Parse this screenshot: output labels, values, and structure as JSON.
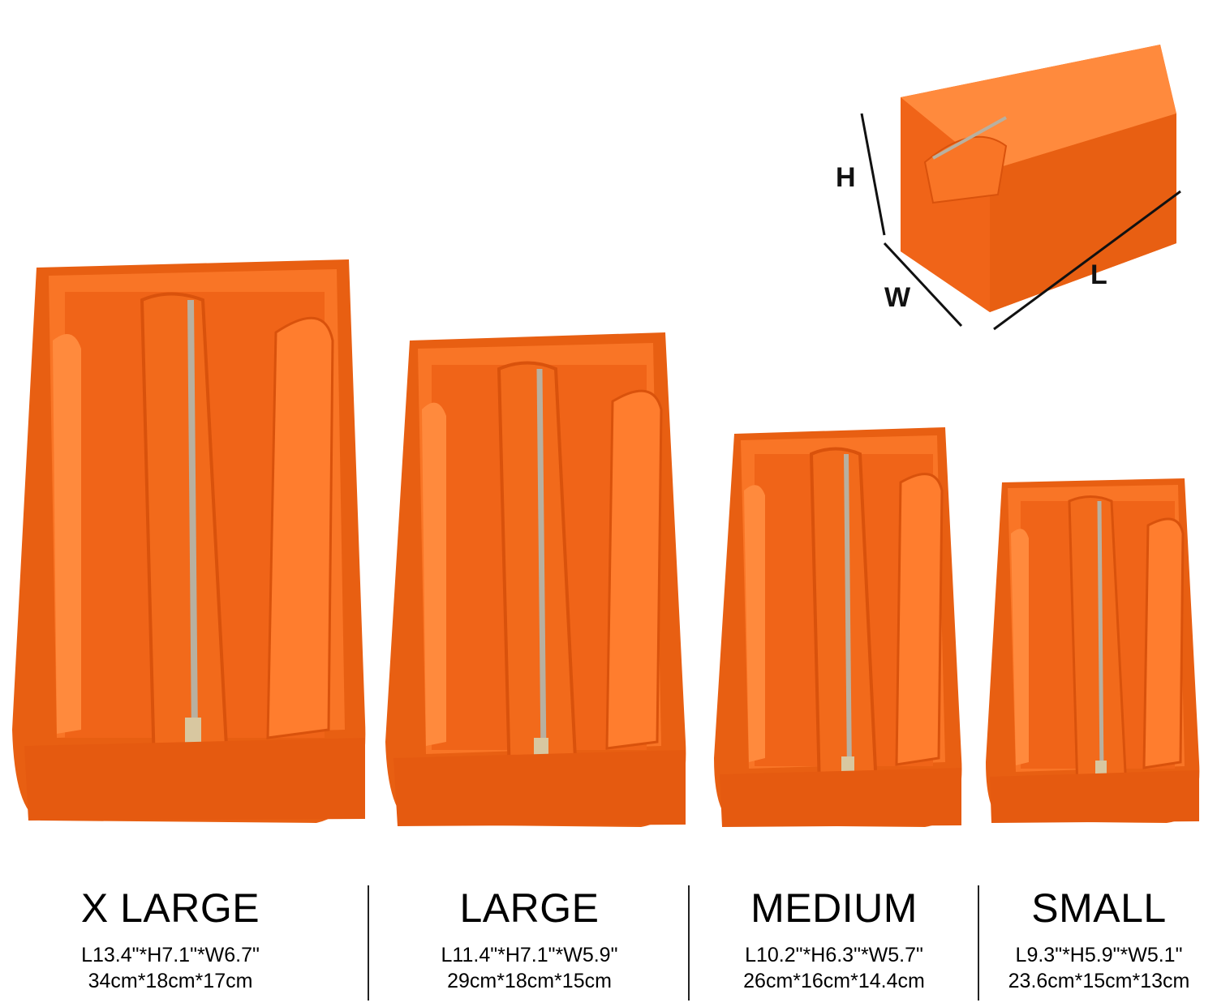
{
  "sizes": [
    {
      "name": "X LARGE",
      "inches": "L13.4\"*H7.1\"*W6.7\"",
      "cm": "34cm*18cm*17cm"
    },
    {
      "name": "LARGE",
      "inches": "L11.4\"*H7.1\"*W5.9\"",
      "cm": "29cm*18cm*15cm"
    },
    {
      "name": "MEDIUM",
      "inches": "L10.2\"*H6.3\"*W5.7\"",
      "cm": "26cm*16cm*14.4cm"
    },
    {
      "name": "SMALL",
      "inches": "L9.3\"*H5.9\"*W5.1\"",
      "cm": "23.6cm*15cm*13cm"
    }
  ],
  "dimension_labels": {
    "height": "H",
    "width": "W",
    "length": "L"
  },
  "colors": {
    "felt": "#f26a1b",
    "felt_dark": "#d9520c",
    "felt_light": "#ff8a3d",
    "zipper": "#b8b0a0"
  }
}
